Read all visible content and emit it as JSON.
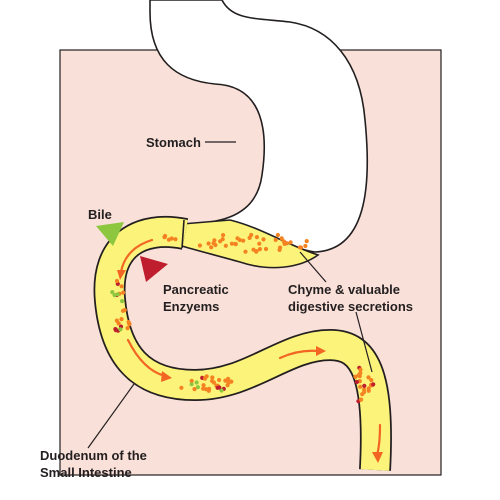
{
  "labels": {
    "stomach": "Stomach",
    "bile": "Bile",
    "pancreatic_line1": "Pancreatic",
    "pancreatic_line2": "Enzyems",
    "chyme_line1": "Chyme & valuable",
    "chyme_line2": "digestive secretions",
    "duodenum_line1": "Duodenum of the",
    "duodenum_line2": "Small Intestine"
  },
  "colors": {
    "background_panel": "#f9e0d8",
    "outline": "#231f20",
    "intestine_fill": "#fbf37a",
    "chyme_dots": "#f58220",
    "bile_dots": "#8dc63f",
    "enzyme_dots": "#be1e2d",
    "flow_arrows": "#f26522",
    "bile_marker": "#8dc63f",
    "enzyme_marker": "#be1e2d"
  }
}
